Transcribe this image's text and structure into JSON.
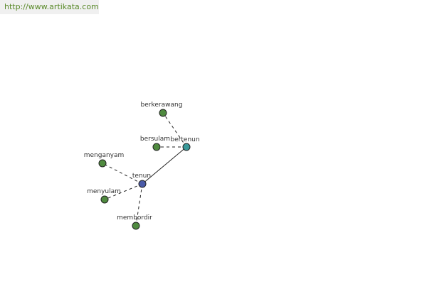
{
  "header": {
    "url_text": "http://www.artikata.com"
  },
  "colors": {
    "center_node": "#4a5aa8",
    "hub_node": "#3a9a9a",
    "leaf_node": "#4f8a3f",
    "watermark_text": "#5a8a2a"
  },
  "graph": {
    "nodes": [
      {
        "id": "tenun",
        "label": "tenun",
        "role": "center"
      },
      {
        "id": "bertenun",
        "label": "bertenun",
        "role": "hub"
      },
      {
        "id": "berkerawang",
        "label": "berkerawang",
        "role": "leaf"
      },
      {
        "id": "bersulam",
        "label": "bersulam",
        "role": "leaf"
      },
      {
        "id": "menganyam",
        "label": "menganyam",
        "role": "leaf"
      },
      {
        "id": "menyulam",
        "label": "menyulam",
        "role": "leaf"
      },
      {
        "id": "membordir",
        "label": "membordir",
        "role": "leaf"
      }
    ],
    "edges": [
      {
        "from": "tenun",
        "to": "bertenun",
        "style": "solid"
      },
      {
        "from": "bertenun",
        "to": "berkerawang",
        "style": "dashed"
      },
      {
        "from": "bertenun",
        "to": "bersulam",
        "style": "dashed"
      },
      {
        "from": "tenun",
        "to": "menganyam",
        "style": "dashed"
      },
      {
        "from": "tenun",
        "to": "menyulam",
        "style": "dashed"
      },
      {
        "from": "tenun",
        "to": "membordir",
        "style": "dashed"
      }
    ]
  }
}
